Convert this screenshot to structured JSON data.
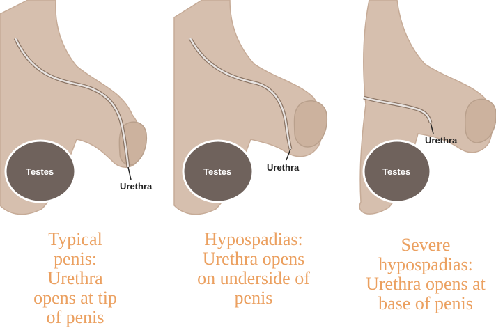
{
  "colors": {
    "skin": "#d6bfae",
    "skin_shadow": "#c6ab97",
    "outline": "#8b7565",
    "testes_fill": "#6f625c",
    "testes_rim": "#ffffff",
    "urethra": "#a9a6a6",
    "caption": "#eba060",
    "label": "#222222"
  },
  "panels": [
    {
      "testes_label": "Testes",
      "urethra_label": "Urethra",
      "caption": "Typical\npenis:\nUrethra\nopens at tip\nof penis"
    },
    {
      "testes_label": "Testes",
      "urethra_label": "Urethra",
      "caption": "Hypospadias:\nUrethra opens\non underside of\npenis"
    },
    {
      "testes_label": "Testes",
      "urethra_label": "Urethra",
      "caption": "Severe\nhypospadias:\nUrethra opens at\nbase of penis"
    }
  ]
}
